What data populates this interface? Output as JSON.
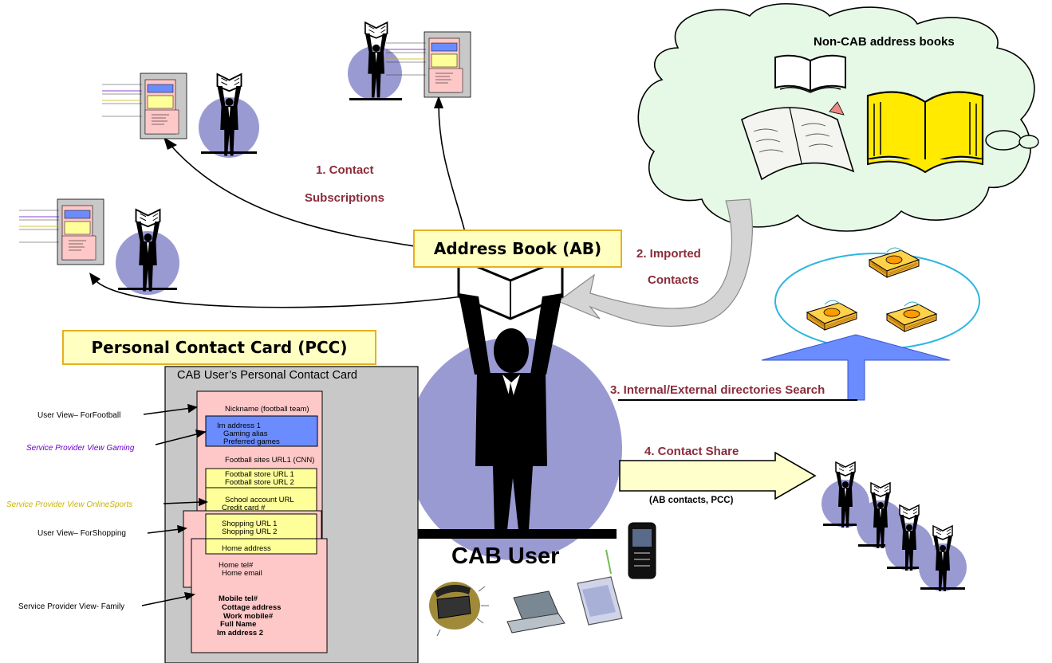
{
  "labels": {
    "non_cab": "Non-CAB address books",
    "contact_subscriptions_line1": "1. Contact",
    "contact_subscriptions_line2": "Subscriptions",
    "address_book": "Address Book (AB)",
    "imported_line1": "2. Imported",
    "imported_line2": "Contacts",
    "pcc_title": "Personal Contact Card (PCC)",
    "directories_search": "3. Internal/External directories Search",
    "contact_share": "4.  Contact Share",
    "share_items": "(AB contacts, PCC)",
    "cab_user": "CAB User"
  },
  "pcc_card": {
    "header": "CAB User’s Personal Contact Card",
    "nickname": "Nickname (football team)",
    "im_address_1": "Im  address 1",
    "gaming_alias": "Gaming alias",
    "preferred_games": "Preferred games",
    "football_sites": "Football sites URL1 (CNN)",
    "football_store_1": "Football store URL 1",
    "football_store_2": "Football store URL 2",
    "school_account": "School account URL",
    "credit_card": "Credit card #",
    "shopping_1": "Shopping URL 1",
    "shopping_2": "Shopping URL 2",
    "home_address": "Home address",
    "home_tel": "Home tel#",
    "home_email": "Home email",
    "mobile_tel": "Mobile tel#",
    "cottage_address": "Cottage address",
    "work_mobile": "Work mobile#",
    "full_name": "Full Name",
    "im_address_2": "Im  address 2"
  },
  "views": {
    "user_football": "User View– ForFootball",
    "sp_gaming": "Service Provider View  Gaming",
    "sp_onlinesports": "Service Provider View  OnlineSports",
    "user_shopping": "User View– ForShopping",
    "sp_family": "Service Provider View- Family"
  },
  "colors": {
    "maroon_text": "#8b2c3a",
    "purple_view": "#6a00c8",
    "olive_view": "#c8b400",
    "pink_section": "#ffc8c8",
    "blue_section": "#6b8cff",
    "yellow_section": "#ffff99",
    "figure_circle": "#9a9ad2",
    "gray_card": "#c8c8c8"
  }
}
